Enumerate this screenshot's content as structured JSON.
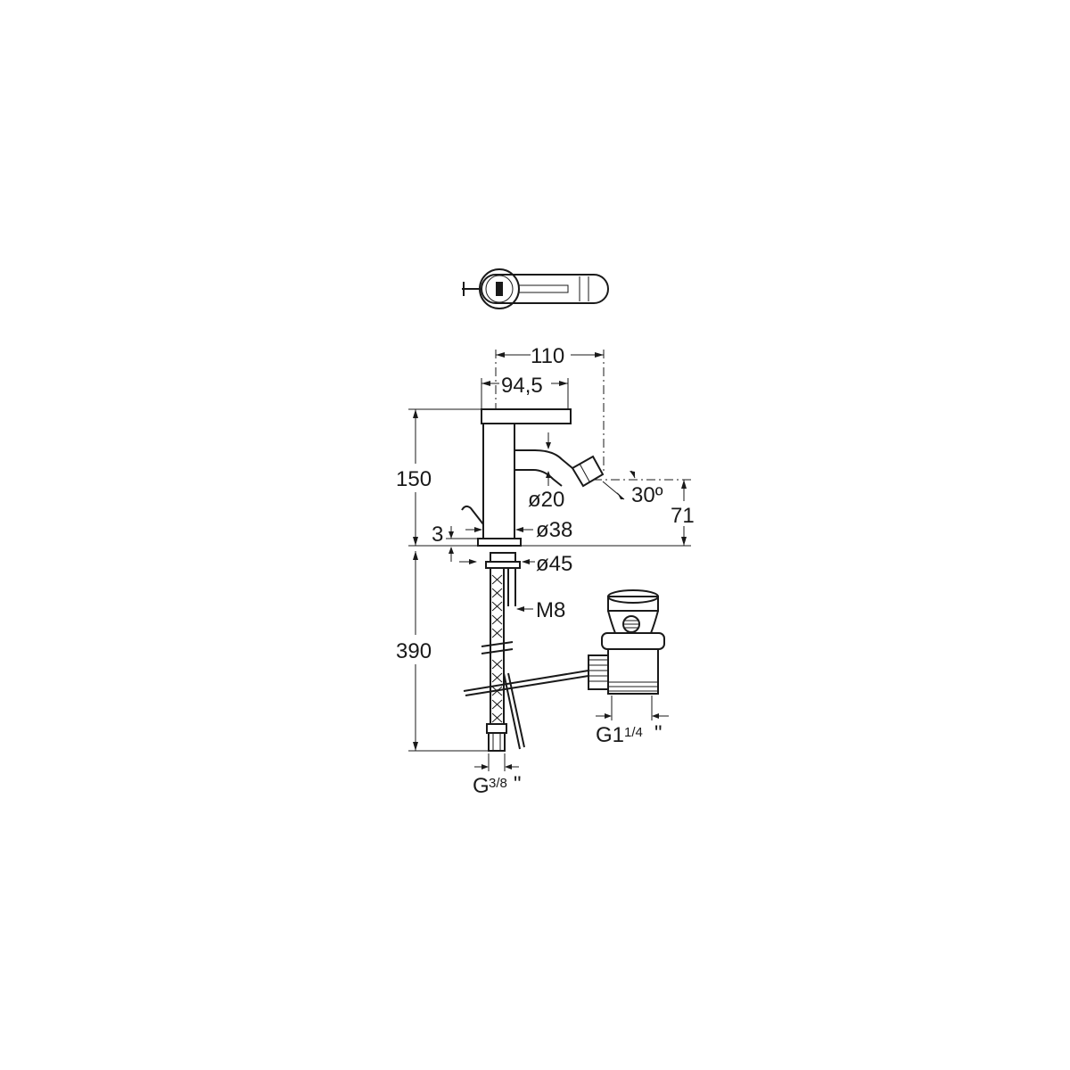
{
  "dimensions": {
    "width_overall": "110",
    "width_spout": "94,5",
    "height_overall": "150",
    "spout_diameter": "ø20",
    "spout_angle": "30º",
    "spout_height": "71",
    "base_gap": "3",
    "body_diameter": "ø38",
    "base_diameter": "ø45",
    "rod_thread": "M8",
    "hose_length": "390",
    "waste_thread_main": "G1",
    "waste_thread_frac": "1/4",
    "waste_thread_inch": "\"",
    "supply_thread_main": "G",
    "supply_thread_frac": "3/8",
    "supply_thread_inch": "\""
  }
}
